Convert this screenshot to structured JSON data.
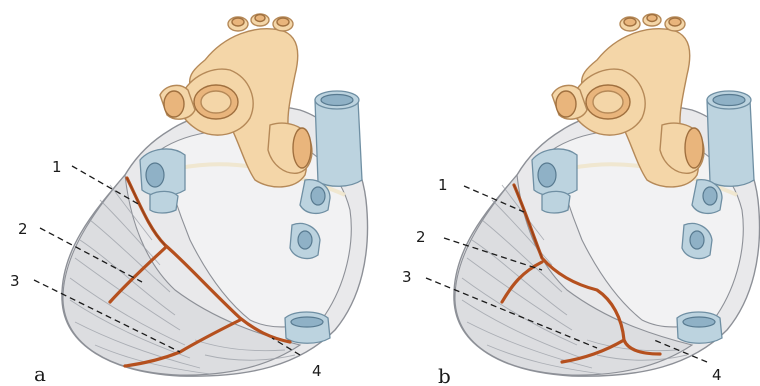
{
  "figure": {
    "panels": [
      {
        "label": "a",
        "callouts": [
          "1",
          "2",
          "3",
          "4"
        ]
      },
      {
        "label": "b",
        "callouts": [
          "1",
          "2",
          "3",
          "4"
        ]
      }
    ]
  },
  "colors": {
    "artery": "#b5501e",
    "aorta": "#f4d6a8",
    "vein": "#bcd3df",
    "myocardium": "#e9e9eb"
  }
}
